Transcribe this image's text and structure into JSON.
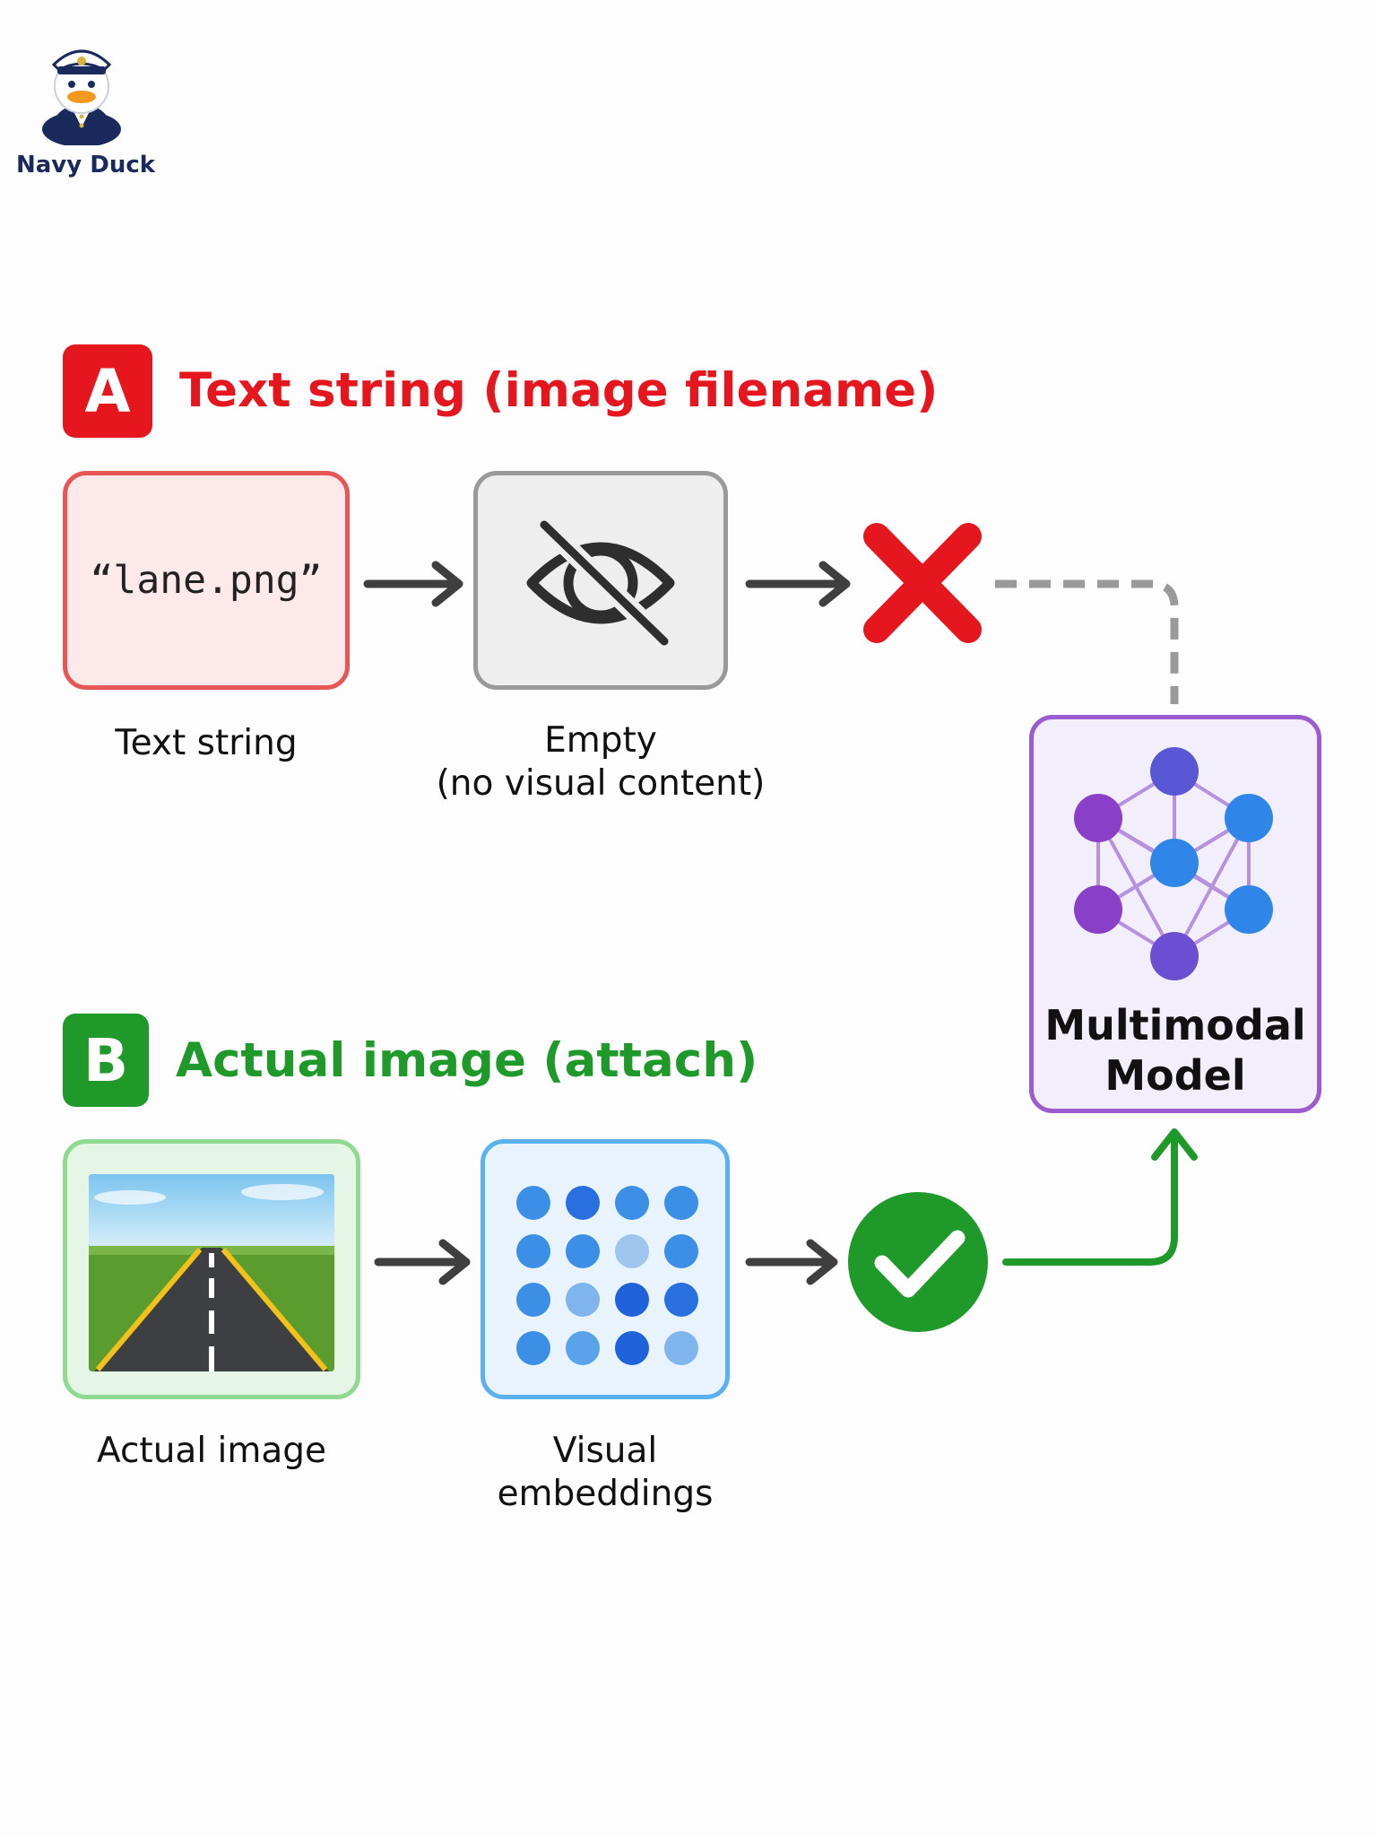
{
  "logo": {
    "label": "Navy Duck"
  },
  "section_a": {
    "badge": "A",
    "title": "Text string (image filename)",
    "filename": "“lane.png”",
    "caption_text": "Text string",
    "caption_empty_line1": "Empty",
    "caption_empty_line2": "(no visual content)",
    "result": "fail"
  },
  "section_b": {
    "badge": "B",
    "title": "Actual image (attach)",
    "caption_image": "Actual image",
    "caption_embed_line1": "Visual",
    "caption_embed_line2": "embeddings",
    "result": "success"
  },
  "model": {
    "line1": "Multimodal",
    "line2": "Model"
  },
  "colors": {
    "red": "#e5161d",
    "green": "#1f9a2a",
    "purple": "#9c5cd1",
    "blue": "#2f7fe6",
    "arrow_gray": "#3f3f3f",
    "dashed_gray": "#9a9a9a"
  },
  "icons": {
    "empty": "eye-slash-icon",
    "fail": "cross-icon",
    "success": "check-circle-icon",
    "model": "neural-network-icon",
    "image": "road-landscape-icon",
    "embeddings": "dot-grid-icon"
  }
}
